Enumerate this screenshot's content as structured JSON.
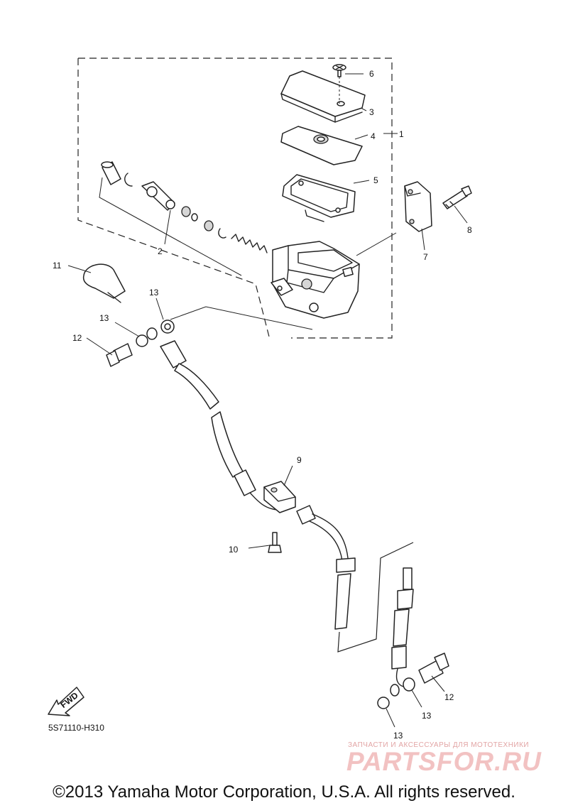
{
  "callouts": {
    "c1": "1",
    "c2": "2",
    "c3": "3",
    "c4": "4",
    "c5": "5",
    "c6": "6",
    "c7": "7",
    "c8": "8",
    "c9": "9",
    "c10": "10",
    "c11": "11",
    "c12a": "12",
    "c12b": "12",
    "c13a": "13",
    "c13b": "13",
    "c13c": "13",
    "c13d": "13"
  },
  "fwd_label": "FWD",
  "reference_code": "5S71110-H310",
  "watermark": {
    "line": "ЗАПЧАСТИ И АКСЕССУАРЫ ДЛЯ МОТОТЕХНИКИ",
    "logo": "PARTSFOR.RU"
  },
  "copyright": "©2013 Yamaha Motor Corporation, U.S.A. All rights reserved."
}
